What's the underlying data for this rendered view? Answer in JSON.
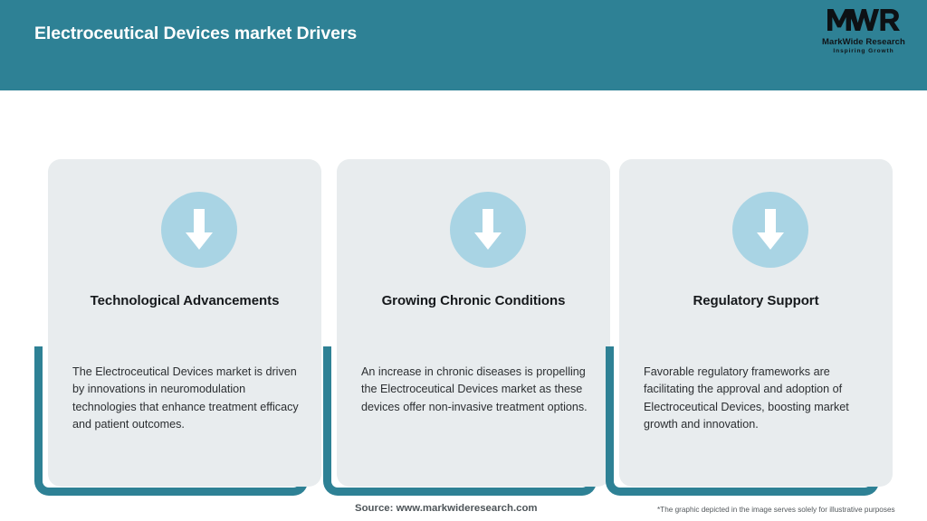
{
  "header": {
    "title": "Electroceutical Devices market Drivers",
    "background_color": "#2e8195",
    "title_color": "#ffffff"
  },
  "logo": {
    "monogram": "MWR",
    "name": "MarkWide Research",
    "tagline": "Inspiring Growth"
  },
  "cards": [
    {
      "icon": "down-arrow-icon",
      "title": "Technological Advancements",
      "body": "The Electroceutical Devices market is driven by innovations in neuromodulation technologies that enhance treatment efficacy and patient outcomes."
    },
    {
      "icon": "down-arrow-icon",
      "title": "Growing Chronic Conditions",
      "body": "An increase in chronic diseases is propelling the Electroceutical Devices market as these devices offer non-invasive treatment options."
    },
    {
      "icon": "down-arrow-icon",
      "title": "Regulatory Support",
      "body": "Favorable regulatory frameworks are facilitating the approval and adoption of Electroceutical Devices, boosting market growth and innovation."
    }
  ],
  "footer": {
    "source": "Source: www.markwideresearch.com",
    "note": "*The graphic depicted in the image serves solely for illustrative purposes"
  },
  "colors": {
    "accent_teal": "#2e8195",
    "card_background": "#e8ecee",
    "icon_circle": "#a9d4e4",
    "arrow": "#ffffff",
    "page_background": "#ffffff"
  }
}
